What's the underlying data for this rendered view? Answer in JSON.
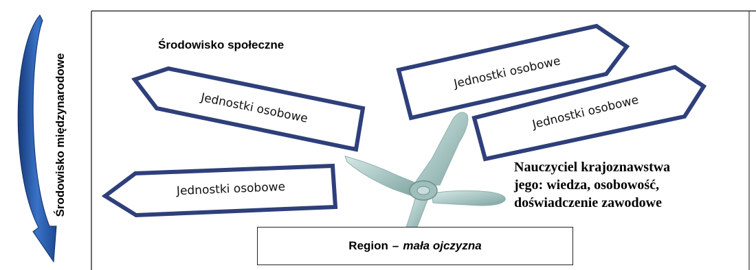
{
  "labels": {
    "international_environment": "Środowisko międzynarodowe",
    "social_environment": "Środowisko społeczne",
    "teacher_line1": "Nauczyciel krajoznawstwa",
    "teacher_line2": "jego: wiedza, osobowość,",
    "teacher_line3": "doświadczenie zawodowe",
    "region_prefix": "Region",
    "region_dash": "–",
    "region_italic": "mała ojczyzna"
  },
  "arrows": [
    {
      "label": "Jednostki osobowe",
      "direction": "left"
    },
    {
      "label": "Jednostki osobowe",
      "direction": "left"
    },
    {
      "label": "Jednostki osobowe",
      "direction": "right"
    },
    {
      "label": "Jednostki osobowe",
      "direction": "right"
    }
  ],
  "colors": {
    "arrow_border": "#2e3f7a",
    "curved_arrow": "#1f4e99",
    "frame": "#3a3a3a",
    "anchor": "#b8d3d1"
  },
  "icons": {
    "anchor": "anchor-icon",
    "curved_arrow": "curved-arrow-icon"
  }
}
